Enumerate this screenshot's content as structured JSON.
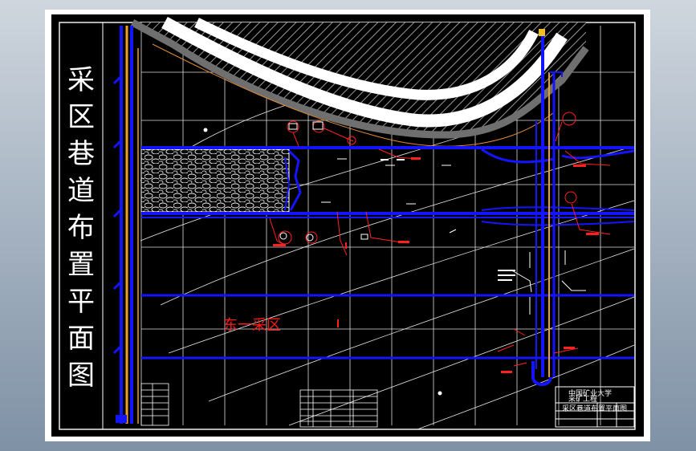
{
  "drawing": {
    "title_chars": [
      "采",
      "区",
      "巷",
      "道",
      "布",
      "置",
      "平",
      "面",
      "图"
    ],
    "zone_label": "东一采区",
    "title_block": {
      "line1": "中国矿业大学",
      "line2": "采矿工程",
      "line3": "采区巷道布置平面图"
    }
  },
  "colors": {
    "background": "#000000",
    "roadway": "#1414ff",
    "vertical_shaft": "#f0a020",
    "grid": "#ffffff",
    "annotation": "#ff2020",
    "boundary": "#ffffff",
    "hatch": "#808080"
  }
}
